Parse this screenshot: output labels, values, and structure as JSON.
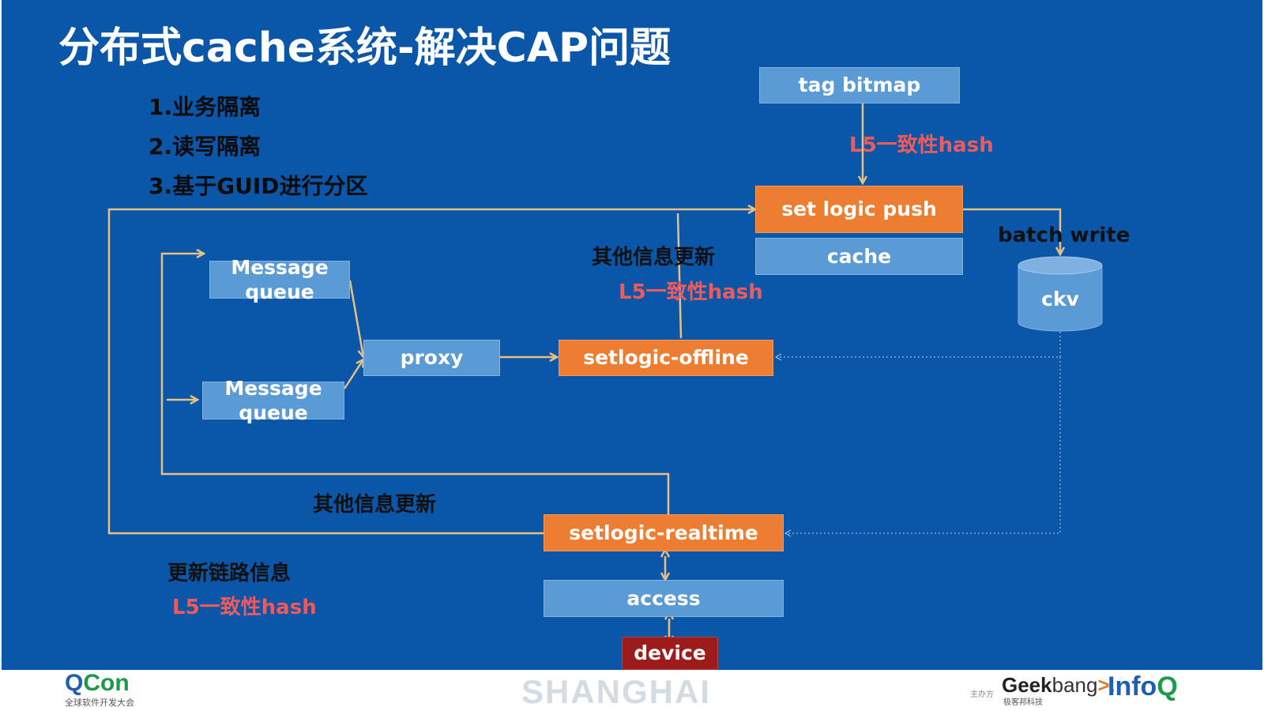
{
  "slide": {
    "title": "分布式cache系统-解决CAP问题",
    "points": [
      "1.业务隔离",
      "2.读写隔离",
      "3.基于GUID进行分区"
    ]
  },
  "nodes": {
    "tag_bitmap": "tag bitmap",
    "set_logic_push": "set logic push",
    "cache": "cache",
    "ckv": "ckv",
    "message_queue_1": [
      "Message",
      "queue"
    ],
    "message_queue_2": [
      "Message",
      "queue"
    ],
    "proxy": "proxy",
    "setlogic_offline": "setlogic-offline",
    "setlogic_realtime": "setlogic-realtime",
    "access": "access",
    "device": "device"
  },
  "labels": {
    "hash_top": "L5一致性hash",
    "batch_write": "batch write",
    "other_info_top": "其他信息更新",
    "hash_mid": "L5一致性hash",
    "other_info_bottom": "其他信息更新",
    "update_route": "更新链路信息",
    "hash_bottom": "L5一致性hash"
  },
  "footer": {
    "qcon_logo_q": "Q",
    "qcon_logo_rest": "Con",
    "qcon_sub": "全球软件开发大会",
    "city": "SHANGHAI",
    "host_label": "主办方",
    "geek_1": "Geek",
    "geek_2": "bang",
    "geek_arrow": ">.",
    "geek_sub": "极客邦科技",
    "infoq_a": "Info",
    "infoq_b": "Q"
  },
  "colors": {
    "slide_bg": "#0a56a8",
    "blue_box": "#5b9bd5",
    "orange_box": "#ed7d31",
    "device_box": "#9c1c1c",
    "connector": "#e8c080",
    "red_text": "#f05a5a"
  }
}
